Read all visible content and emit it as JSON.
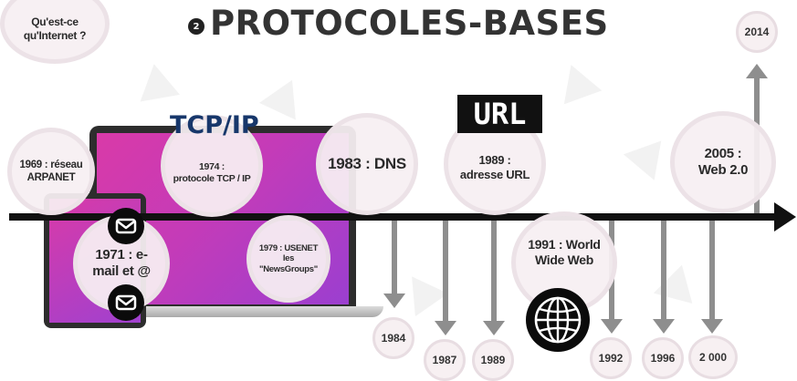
{
  "title": {
    "badge": "2",
    "text": "PROTOCOLES-BASES"
  },
  "labels": {
    "tcp": "TCP/IP",
    "url": "URL"
  },
  "events": {
    "intro": "Qu'est-ce\nqu'Internet ?",
    "arpanet": "1969 : réseau\nARPANET",
    "email": "1971 : e-\nmail et @",
    "tcp": "1974 :\nprotocole TCP / IP",
    "usenet": "1979 : USENET\nles\n\"NewsGroups\"",
    "dns": "1983 : DNS",
    "url": "1989 :\nadresse URL",
    "www": "1991 : World\nWide Web",
    "web2": "2005 :\nWeb 2.0"
  },
  "years": [
    "1984",
    "1987",
    "1989",
    "1992",
    "1996",
    "2 000",
    "2014"
  ],
  "colors": {
    "axis": "#111111",
    "arrow": "#8e8e8e",
    "screen_start": "#d93aa8",
    "screen_end": "#9b3fd0",
    "tcp_text": "#17376b"
  },
  "icons": [
    "mail-icon",
    "mail-icon",
    "globe-icon"
  ]
}
